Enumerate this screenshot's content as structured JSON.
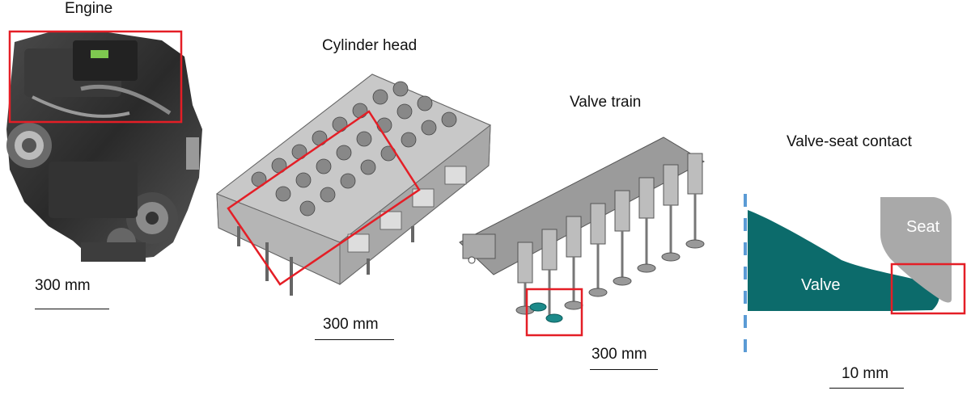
{
  "panels": {
    "engine": {
      "title": "Engine",
      "scale": "300 mm"
    },
    "cylinder_head": {
      "title": "Cylinder head",
      "scale": "300 mm"
    },
    "valve_train": {
      "title": "Valve train",
      "scale": "300 mm"
    },
    "valve_seat": {
      "title": "Valve-seat contact",
      "scale": "10 mm",
      "valve_label": "Valve",
      "seat_label": "Seat"
    }
  },
  "colors": {
    "highlight_box": "#e41e26",
    "valve": "#0c6b6b",
    "seat": "#a9a9a9",
    "axis_dash": "#5b9bd5",
    "mechanical_gray": "#777777"
  }
}
